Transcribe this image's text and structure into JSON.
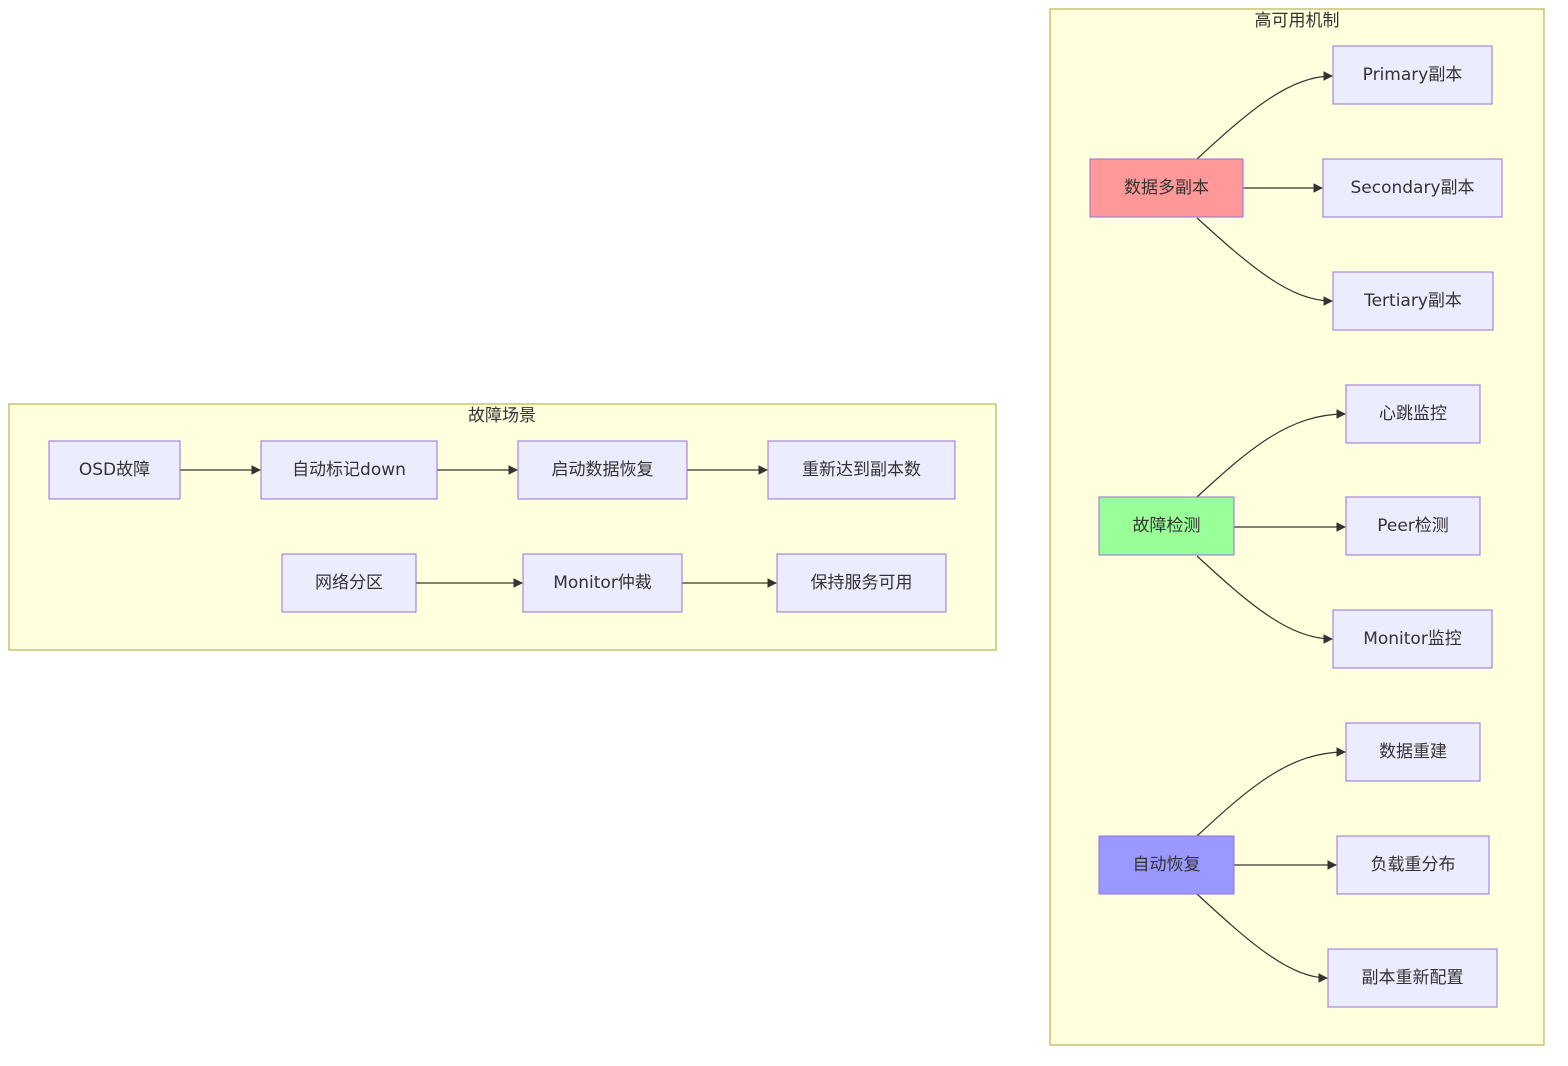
{
  "clusters": {
    "fault": {
      "title": "故障场景"
    },
    "ha": {
      "title": "高可用机制"
    }
  },
  "nodes": {
    "osd_fault": "OSD故障",
    "mark_down": "自动标记down",
    "start_recovery": "启动数据恢复",
    "reach_replicas": "重新达到副本数",
    "net_partition": "网络分区",
    "monitor_arbitration": "Monitor仲裁",
    "keep_available": "保持服务可用",
    "multi_replica": "数据多副本",
    "primary": "Primary副本",
    "secondary": "Secondary副本",
    "tertiary": "Tertiary副本",
    "fault_detect": "故障检测",
    "heartbeat": "心跳监控",
    "peer_detect": "Peer检测",
    "monitor_watch": "Monitor监控",
    "auto_recover": "自动恢复",
    "rebuild": "数据重建",
    "rebalance": "负载重分布",
    "reconfigure": "副本重新配置"
  },
  "colors": {
    "node_fill": "#ececff",
    "node_stroke": "#9370db",
    "multi_replica_fill": "#ff9999",
    "fault_detect_fill": "#99ff99",
    "auto_recover_fill": "#9999ff",
    "cluster_fill": "#ffffde",
    "cluster_stroke": "#aaaa33"
  }
}
